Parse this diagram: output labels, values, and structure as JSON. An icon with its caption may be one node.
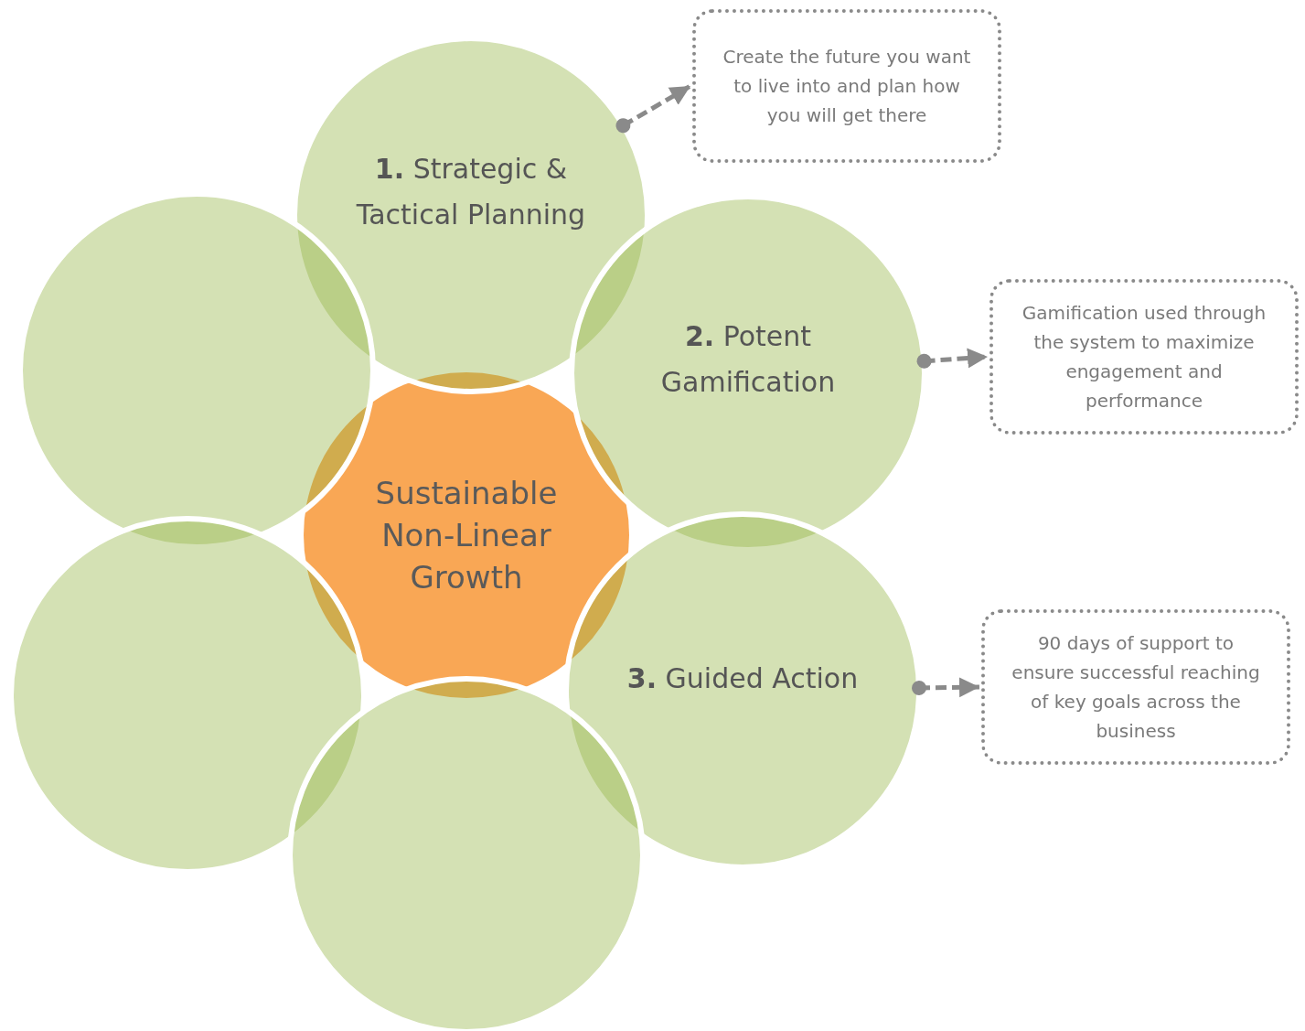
{
  "diagram": {
    "nodes": [
      {
        "text": [
          "Sustainable Non-Linear Growth"
        ]
      },
      {
        "text": [
          "**1.** Strategic & Tactical Planning"
        ]
      },
      {
        "text": [
          "**2.** Potent Gamification"
        ]
      },
      {
        "text": [
          "**3.** Guided Action"
        ]
      },
      {
        "text": [],
        "shape": "circle"
      },
      {
        "text": [],
        "shape": "circle"
      },
      {
        "text": [],
        "shape": "circle"
      },
      {
        "text": [
          "Create the future you want to live into and plan how you will get there"
        ]
      },
      {
        "text": [
          "Gamification used through the system to maximize engagement and performance"
        ]
      },
      {
        "text": [
          "90 days of support to ensure successful reaching of key goals across the business"
        ]
      }
    ],
    "edges": [
      {
        "from": 1,
        "to": 7,
        "arrow": "to",
        "style": "dashed"
      },
      {
        "from": 2,
        "to": 8,
        "arrow": "to",
        "style": "dashed"
      },
      {
        "from": 3,
        "to": 9,
        "arrow": "to",
        "style": "dashed"
      }
    ]
  }
}
